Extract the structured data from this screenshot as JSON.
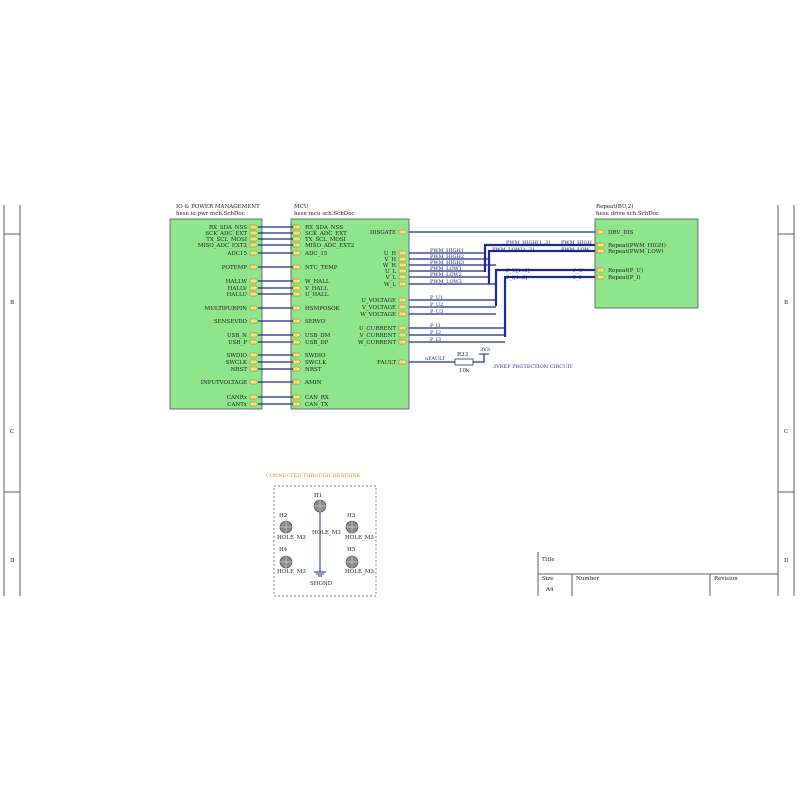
{
  "border": {
    "rows": [
      "B",
      "C",
      "D"
    ]
  },
  "sheets": {
    "io": {
      "title": "IO & POWER MANAGEMENT",
      "file": "hese io pwr mch.SchDoc",
      "ports": [
        "RX_SDA_NSS",
        "SCK_ADC_EXT",
        "TX_SCL_MOSI",
        "MISO_ADC_EXT2",
        "ADC15",
        "POTEMP",
        "HALLW",
        "HALLV",
        "HALLU",
        "MULTIPURPIN",
        "SENSEVDD",
        "USB_N",
        "USB_P",
        "SWDIO",
        "SWCLK",
        "NRST",
        "INPUTVOLTAGE",
        "CANRx",
        "CANTx"
      ]
    },
    "mcu": {
      "title": "MCU",
      "file": "hese mcu sch.SchDoc",
      "left_ports": [
        "RX_SDA_NSS",
        "SCK_ADC_EXT",
        "TX_SCL_MOSI",
        "MISO_ADC_EXT2",
        "ADC_15",
        "NTC_TEMP",
        "W_HALL",
        "V_HALL",
        "U_HALL",
        "HSMPOSOK",
        "SERVO",
        "USB_DM",
        "USB_DP",
        "SWDIO",
        "SWCLK",
        "NRST",
        "AMIN",
        "CAN_RX",
        "CAN_TX"
      ],
      "right_ports": [
        "DISGATE",
        "U_H",
        "V_H",
        "W_H",
        "U_L",
        "V_L",
        "W_L",
        "U_VOLTAGE",
        "V_VOLTAGE",
        "W_VOLTAGE",
        "U_CURRENT",
        "V_CURRENT",
        "W_CURRENT",
        "FAULT"
      ]
    },
    "repeat": {
      "title": "Repeat(BU,2)",
      "file": "hese drive sch.SchDoc",
      "ports": [
        "DRV_DIS",
        "Repeat(PWM_HIGH)",
        "Repeat(PWM_LOW)",
        "Repeat(P_U)",
        "Repeat(P_I)"
      ]
    }
  },
  "nets": {
    "pwm": [
      "PWM_HIGH1",
      "PWM_HIGH2",
      "PWM_HIGH3",
      "PWM_LOW1",
      "PWM_LOW2",
      "PWM_LOW3"
    ],
    "pu": [
      "P_U1",
      "P_U2",
      "P_U3"
    ],
    "pi": [
      "P_I1",
      "P_I2",
      "P_I3"
    ],
    "bus_labels": [
      "PWM_HIGH[1..3]",
      "PWM_LOW[1..3]",
      "P_U[1..3]",
      "P_I[1..3]",
      "PWM_HIGH",
      "PWM_LOW",
      "P_U",
      "P_I"
    ],
    "fault_net": "nFAULT"
  },
  "resistor": {
    "ref": "R33",
    "value": "10k",
    "rail": "3V3"
  },
  "notes": {
    "overcurrent": "3VREF PROTECTION CIRCUIT",
    "heatsink": "CONNECTED THROUGH HEATSINK"
  },
  "holes": {
    "items": [
      {
        "ref": "H1",
        "type": "HOLE_M3"
      },
      {
        "ref": "H2",
        "type": "HOLE_M3"
      },
      {
        "ref": "H3",
        "type": "HOLE_M3"
      },
      {
        "ref": "H4",
        "type": "HOLE_M3"
      },
      {
        "ref": "H5",
        "type": "HOLE_M3"
      }
    ],
    "ground": "SHGND"
  },
  "title_block": {
    "title_label": "Title",
    "size_label": "Size",
    "number_label": "Number",
    "revision_label": "Revision",
    "size_value": "A4"
  },
  "colors": {
    "sheet_fill": "#8ee58c",
    "wire": "#1e2a8a",
    "port": "#f7e27a",
    "note": "#d08a16"
  }
}
